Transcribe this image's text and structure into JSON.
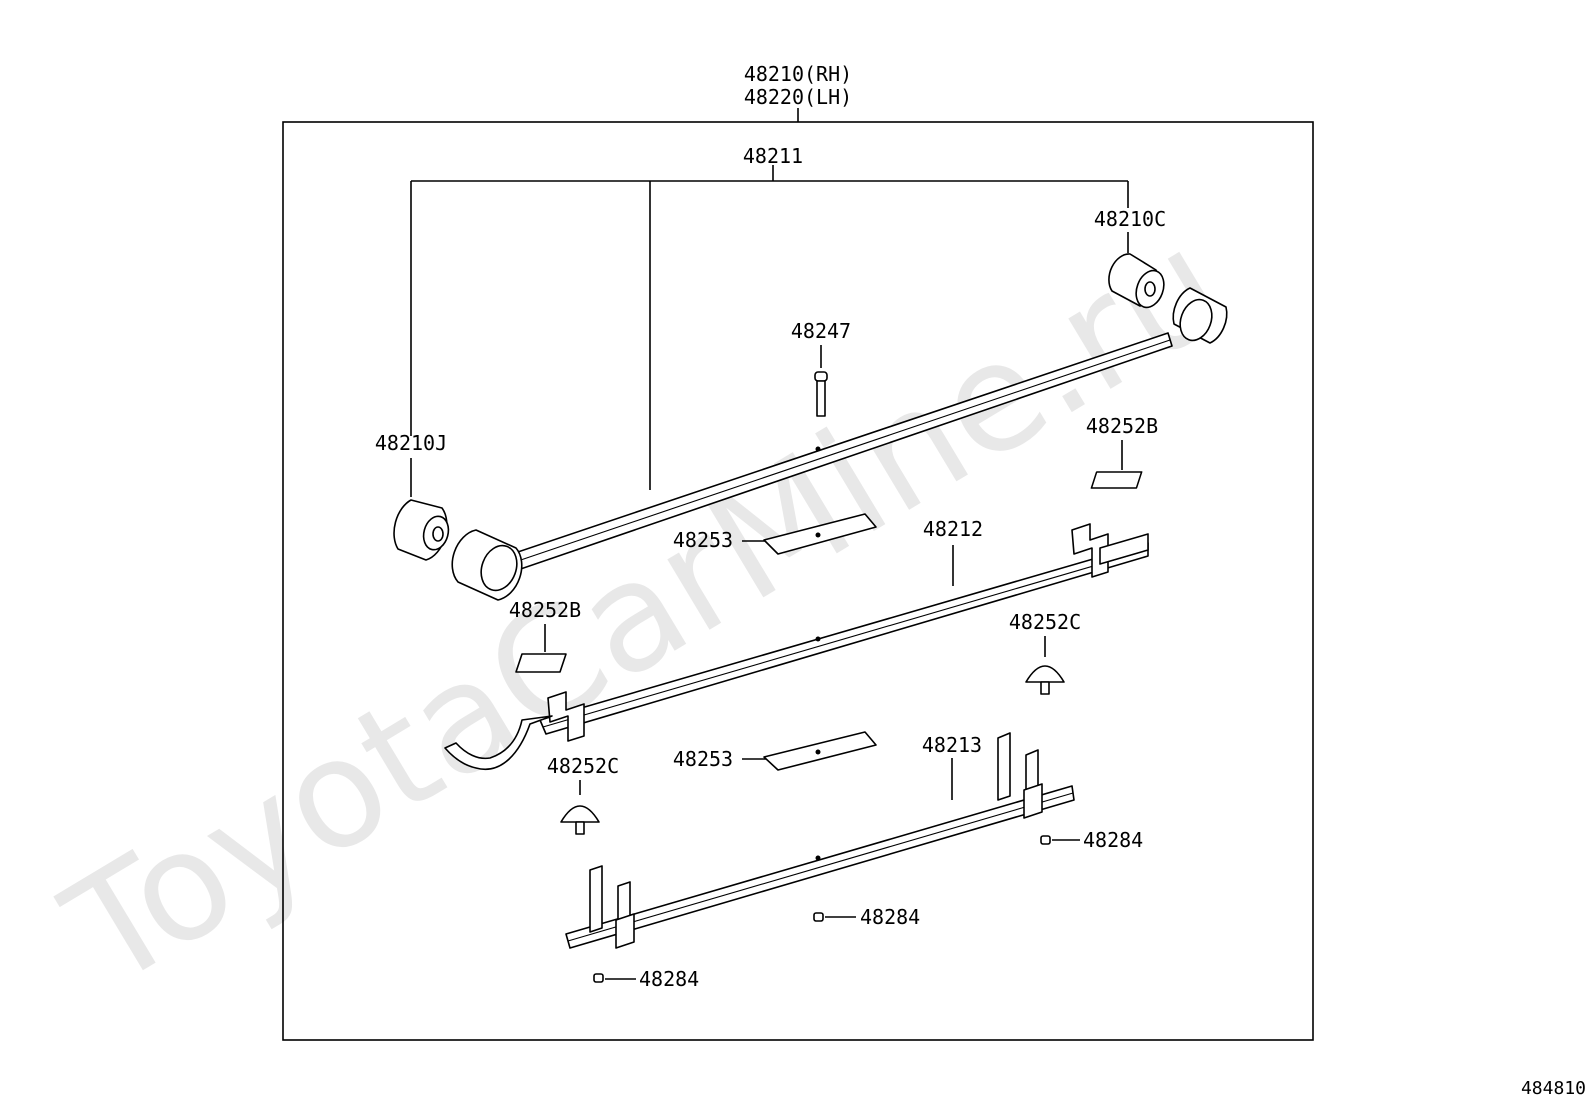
{
  "watermark": "ToyotaCarMine.ru",
  "figure_id": "484810",
  "callouts": {
    "assembly_rh": "48210(RH)",
    "assembly_lh": "48220(LH)",
    "main_leaf": "48211",
    "bushing_front": "48210C",
    "bushing_rear": "48210J",
    "center_bolt": "48247",
    "pad_top": "48252B",
    "pad_left": "48252B",
    "insert_upper": "48253",
    "insert_lower": "48253",
    "leaf_2": "48212",
    "leaf_3": "48213",
    "bumper_right": "48252C",
    "bumper_left": "48252C",
    "clip_rivet_right": "48284",
    "clip_rivet_center": "48284",
    "clip_rivet_left": "48284"
  },
  "colors": {
    "line": "#000000",
    "background": "#ffffff"
  }
}
